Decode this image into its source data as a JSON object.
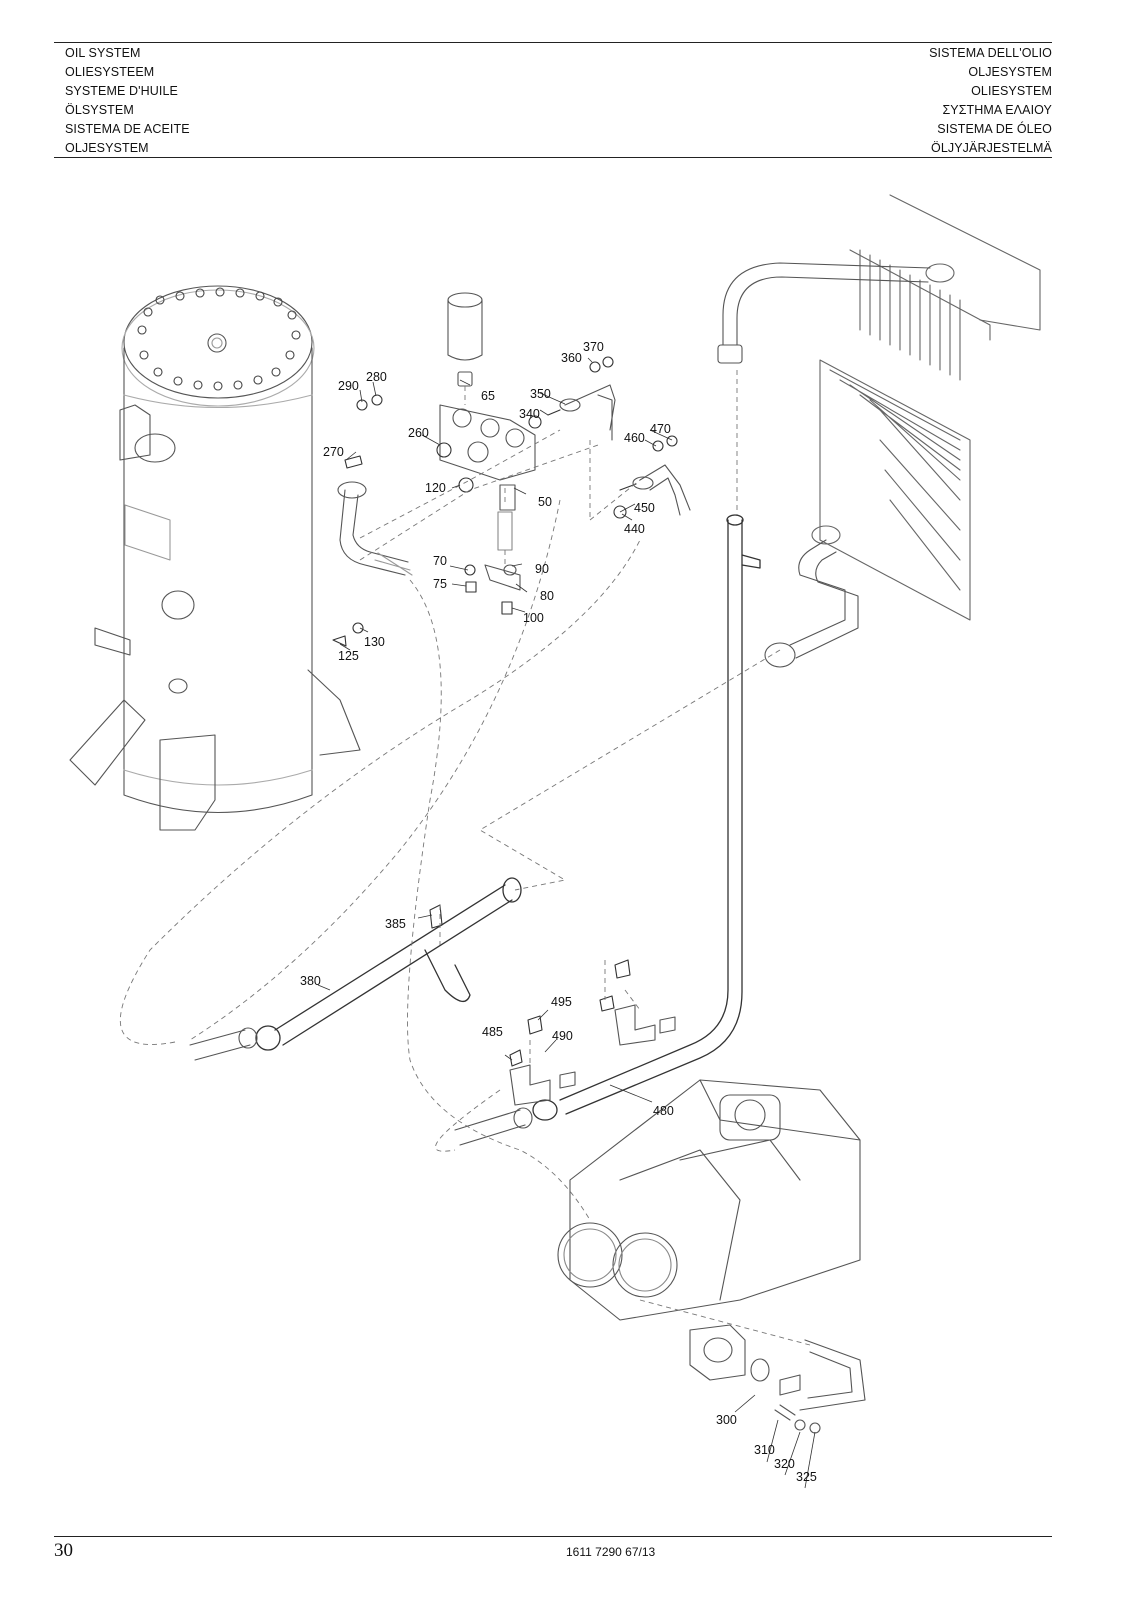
{
  "header": {
    "left_titles": [
      "OIL SYSTEM",
      "OLIESYSTEEM",
      "SYSTEME D'HUILE",
      "ÖLSYSTEM",
      "SISTEMA DE ACEITE",
      "OLJESYSTEM"
    ],
    "right_titles": [
      "SISTEMA DELL'OLIO",
      "OLJESYSTEM",
      "OLIESYSTEM",
      "ΣΥΣΤΗΜΑ ΕΛΑΙΟΥ",
      "SISTEMA DE ÓLEO",
      "ÖLJYJÄRJESTELMÄ"
    ]
  },
  "drawing": {
    "callouts": [
      "370",
      "360",
      "290",
      "280",
      "65",
      "350",
      "340",
      "260",
      "470",
      "460",
      "270",
      "120",
      "50",
      "450",
      "440",
      "70",
      "90",
      "75",
      "80",
      "100",
      "130",
      "125",
      "385",
      "380",
      "495",
      "485",
      "490",
      "480",
      "300",
      "310",
      "320",
      "325"
    ]
  },
  "footer": {
    "page_number": "30",
    "doc_number": "1611 7290 67/13"
  }
}
